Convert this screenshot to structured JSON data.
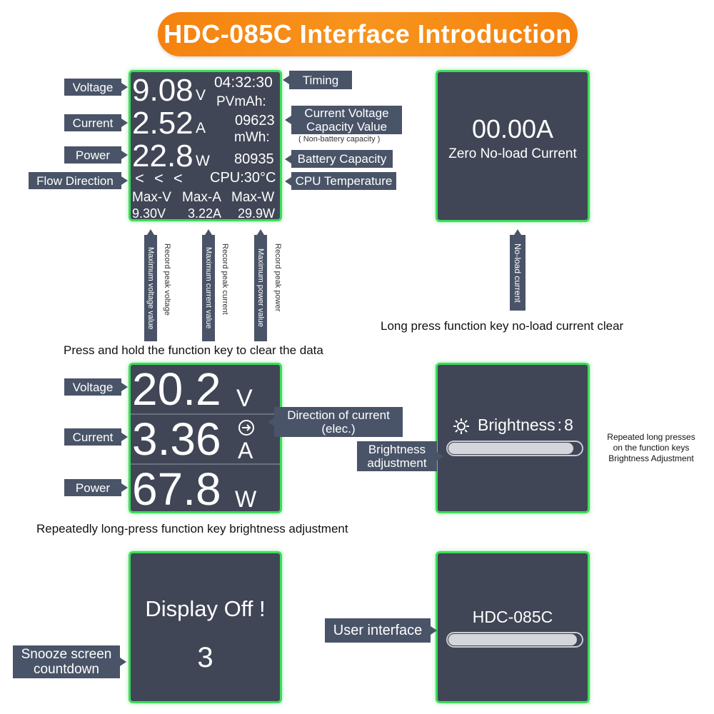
{
  "title": "HDC-085C Interface Introduction",
  "panel_main": {
    "voltage": {
      "value": "9.08",
      "unit": "V"
    },
    "current": {
      "value": "2.52",
      "unit": "A"
    },
    "power": {
      "value": "22.8",
      "unit": "W"
    },
    "timer": "04:32:30",
    "pvmah_label": "PVmAh:",
    "pvmah_value": "09623",
    "mwh_label": "mWh:",
    "mwh_value": "80935",
    "flow": "< < <",
    "cpu": "CPU:30°C",
    "max_v_label": "Max-V",
    "max_a_label": "Max-A",
    "max_w_label": "Max-W",
    "max_v_value": "9.30V",
    "max_a_value": "3.22A",
    "max_w_value": "29.9W"
  },
  "labels_main": {
    "voltage": "Voltage",
    "current": "Current",
    "power": "Power",
    "flow": "Flow Direction",
    "timing": "Timing",
    "capacity_line1": "Current Voltage",
    "capacity_line2": "Capacity Value",
    "capacity_note": "( Non-battery capacity )",
    "battery": "Battery Capacity",
    "cpu": "CPU Temperature"
  },
  "vertical_labels": {
    "max_voltage": "Maximum voltage value",
    "record_voltage": "Record peak voltage",
    "max_current": "Maximum current value",
    "record_current": "Record peak current",
    "max_power": "Maximum power value",
    "record_power": "Record peak power",
    "noload": "No-load current"
  },
  "caption_clear": "Press and hold the function key to clear the data",
  "panel_zero": {
    "value": "00.00A",
    "label": "Zero No-load Current"
  },
  "caption_noload": "Long press function key no-load current clear",
  "panel_big": {
    "voltage": "20.2",
    "voltage_unit": "V",
    "current": "3.36",
    "current_unit": "A",
    "power": "67.8",
    "power_unit": "W"
  },
  "labels_big": {
    "voltage": "Voltage",
    "current": "Current",
    "power": "Power",
    "direction_line1": "Direction of current",
    "direction_line2": "(elec.)"
  },
  "caption_brightness_left": "Repeatedly long-press function key brightness adjustment",
  "panel_brightness": {
    "label": "Brightness",
    "separator": ":",
    "value": "8",
    "level": 0.94
  },
  "tag_brightness_line1": "Brightness",
  "tag_brightness_line2": "adjustment",
  "note_brightness": {
    "line1": "Repeated long presses",
    "line2": "on the function keys",
    "line3": "Brightness Adjustment"
  },
  "panel_display_off": {
    "text": "Display Off !",
    "countdown": "3"
  },
  "tag_snooze_line1": "Snooze screen",
  "tag_snooze_line2": "countdown",
  "panel_user": {
    "model": "HDC-085C",
    "level": 0.97
  },
  "tag_user": "User interface"
}
